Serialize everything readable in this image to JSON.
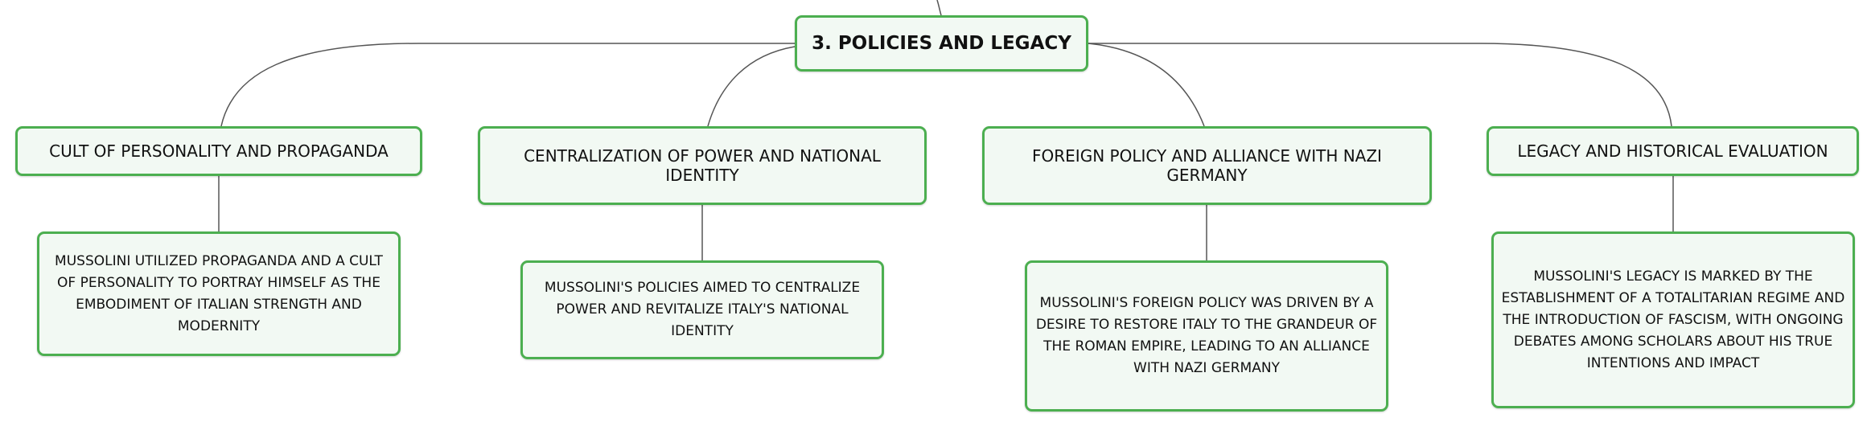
{
  "diagram": {
    "root": {
      "label": "3. POLICIES AND LEGACY"
    },
    "branches": [
      {
        "label": "CULT OF PERSONALITY AND PROPAGANDA",
        "detail": "MUSSOLINI UTILIZED PROPAGANDA AND A CULT OF PERSONALITY TO PORTRAY HIMSELF AS THE EMBODIMENT OF ITALIAN STRENGTH AND MODERNITY"
      },
      {
        "label": "CENTRALIZATION OF POWER AND NATIONAL IDENTITY",
        "detail": "MUSSOLINI'S POLICIES AIMED TO CENTRALIZE POWER AND REVITALIZE ITALY'S NATIONAL IDENTITY"
      },
      {
        "label": "FOREIGN POLICY AND ALLIANCE WITH NAZI GERMANY",
        "detail": "MUSSOLINI'S FOREIGN POLICY WAS DRIVEN BY A DESIRE TO RESTORE ITALY TO THE GRANDEUR OF THE ROMAN EMPIRE, LEADING TO AN ALLIANCE WITH NAZI GERMANY"
      },
      {
        "label": "LEGACY AND HISTORICAL EVALUATION",
        "detail": "MUSSOLINI'S LEGACY IS MARKED BY THE ESTABLISHMENT OF A TOTALITARIAN REGIME AND THE INTRODUCTION OF FASCISM, WITH ONGOING DEBATES AMONG SCHOLARS ABOUT HIS TRUE INTENTIONS AND IMPACT"
      }
    ],
    "colors": {
      "node_border": "#4caf50",
      "node_fill": "#f2f9f3",
      "connector": "#555555"
    }
  }
}
